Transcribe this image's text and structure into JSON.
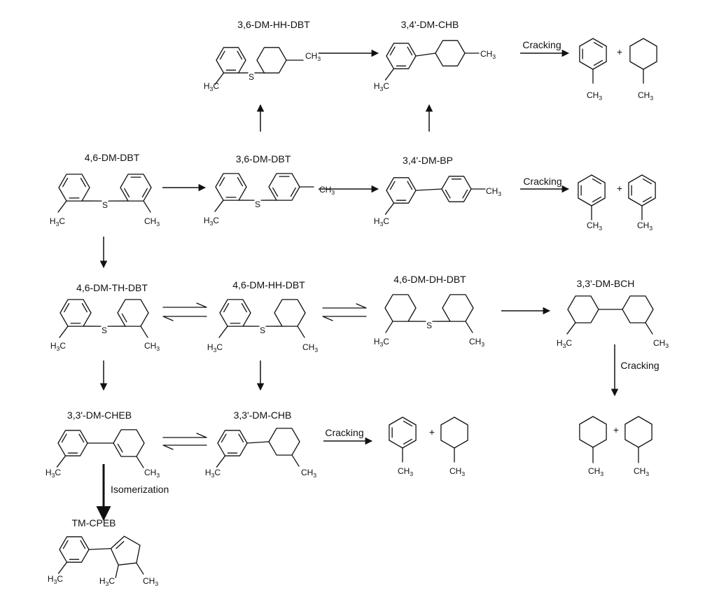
{
  "compounds": {
    "dmdbt_46": "4,6-DM-DBT",
    "dmdbt_36": "3,6-DM-DBT",
    "hhdbt_36": "3,6-DM-HH-DBT",
    "chb_34": "3,4'-DM-CHB",
    "bp_34": "3,4'-DM-BP",
    "thdbt_46": "4,6-DM-TH-DBT",
    "hhdbt_46": "4,6-DM-HH-DBT",
    "dhdbt_46": "4,6-DM-DH-DBT",
    "bch_33": "3,3'-DM-BCH",
    "cheb_33": "3,3'-DM-CHEB",
    "chb_33": "3,3'-DM-CHB",
    "tmcpeb": "TM-CPEB"
  },
  "reactions": {
    "cracking": "Cracking",
    "isomerization": "Isomerization",
    "plus": "+"
  },
  "atoms": {
    "sulfur": "S",
    "carbon": "C",
    "hydrogen": "H",
    "h3_prefix": "H",
    "h3_sub": "3",
    "ch3_main": "CH",
    "ch3_sub": "3"
  }
}
